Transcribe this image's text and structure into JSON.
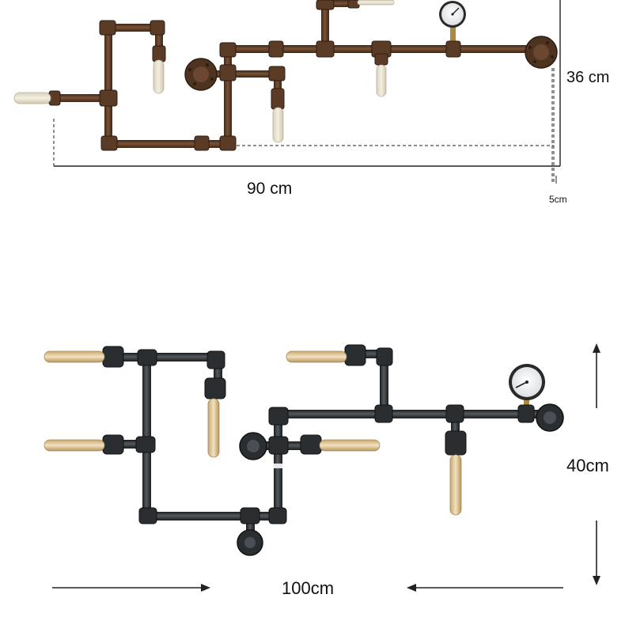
{
  "top_product": {
    "height_label": "36 cm",
    "width_label": "90 cm",
    "depth_label": "5cm",
    "pipe_color": "#5a3b26",
    "pipe_highlight": "#7a5236"
  },
  "bottom_product": {
    "height_label": "40cm",
    "width_label": "100cm",
    "pipe_color": "#2b2e31",
    "pipe_highlight": "#4a4f55"
  },
  "icons": [
    "pressure-gauge-icon",
    "edison-bulb-icon",
    "wall-flange-icon"
  ]
}
